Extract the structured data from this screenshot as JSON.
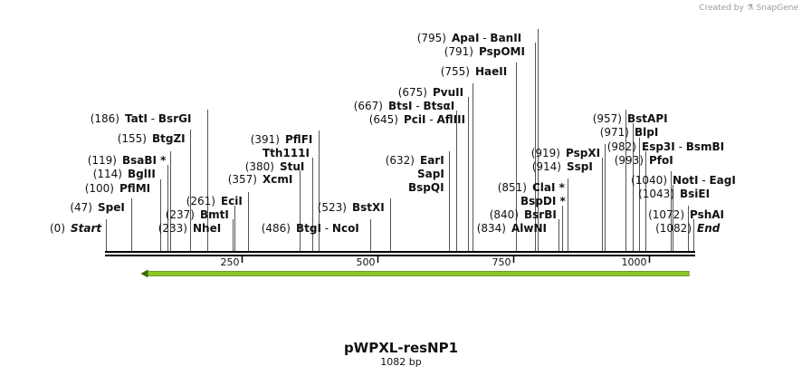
{
  "credit": "Created by ⚗ SnapGene",
  "plasmid": {
    "name": "pWPXL-resNP1",
    "length_label": "1082 bp",
    "length": 1082
  },
  "axis": {
    "ticks": [
      250,
      500,
      750,
      1000
    ]
  },
  "feature": {
    "start": 64,
    "end": 1074,
    "color": "#8ac926"
  },
  "labels": [
    {
      "id": "start",
      "pos": 0,
      "coord": "(0)",
      "names": [
        "Start"
      ],
      "sep": "",
      "italic": true
    },
    {
      "id": "spei",
      "pos": 47,
      "coord": "(47)",
      "names": [
        "SpeI"
      ],
      "sep": ""
    },
    {
      "id": "pflmi",
      "pos": 100,
      "coord": "(100)",
      "names": [
        "PflMI"
      ],
      "sep": ""
    },
    {
      "id": "bglii",
      "pos": 114,
      "coord": "(114)",
      "names": [
        "BglII"
      ],
      "sep": ""
    },
    {
      "id": "bsabi",
      "pos": 119,
      "coord": "(119)",
      "names": [
        "BsaBI *"
      ],
      "sep": ""
    },
    {
      "id": "btgzi",
      "pos": 155,
      "coord": "(155)",
      "names": [
        "BtgZI"
      ],
      "sep": ""
    },
    {
      "id": "tati",
      "pos": 186,
      "coord": "(186)",
      "names": [
        "TatI",
        "BsrGI"
      ],
      "sep": " - "
    },
    {
      "id": "nhei",
      "pos": 233,
      "coord": "(233)",
      "names": [
        "NheI"
      ],
      "sep": ""
    },
    {
      "id": "bmti",
      "pos": 237,
      "coord": "(237)",
      "names": [
        "BmtI"
      ],
      "sep": ""
    },
    {
      "id": "ecii",
      "pos": 261,
      "coord": "(261)",
      "names": [
        "EciI"
      ],
      "sep": ""
    },
    {
      "id": "xcmi",
      "pos": 357,
      "coord": "(357)",
      "names": [
        "XcmI"
      ],
      "sep": ""
    },
    {
      "id": "stui",
      "pos": 380,
      "coord": "(380)",
      "names": [
        "StuI"
      ],
      "sep": ""
    },
    {
      "id": "tth111i",
      "pos": 391,
      "coord": "",
      "names": [
        "Tth111I"
      ],
      "sep": ""
    },
    {
      "id": "pflfi",
      "pos": 391,
      "coord": "(391)",
      "names": [
        "PflFI"
      ],
      "sep": ""
    },
    {
      "id": "btgi",
      "pos": 486,
      "coord": "(486)",
      "names": [
        "BtgI",
        "NcoI"
      ],
      "sep": " - "
    },
    {
      "id": "bstxi",
      "pos": 523,
      "coord": "(523)",
      "names": [
        "BstXI"
      ],
      "sep": ""
    },
    {
      "id": "bspqi",
      "pos": 632,
      "coord": "",
      "names": [
        "BspQI"
      ],
      "sep": ""
    },
    {
      "id": "sapi",
      "pos": 632,
      "coord": "",
      "names": [
        "SapI"
      ],
      "sep": ""
    },
    {
      "id": "eari",
      "pos": 632,
      "coord": "(632)",
      "names": [
        "EarI"
      ],
      "sep": ""
    },
    {
      "id": "pcii",
      "pos": 645,
      "coord": "(645)",
      "names": [
        "PciI",
        "AflIII"
      ],
      "sep": " - "
    },
    {
      "id": "btsi",
      "pos": 667,
      "coord": "(667)",
      "names": [
        "BtsI",
        "BtsαI"
      ],
      "sep": " - "
    },
    {
      "id": "pvuii",
      "pos": 675,
      "coord": "(675)",
      "names": [
        "PvuII"
      ],
      "sep": ""
    },
    {
      "id": "haeii",
      "pos": 755,
      "coord": "(755)",
      "names": [
        "HaeII"
      ],
      "sep": ""
    },
    {
      "id": "pspomi",
      "pos": 791,
      "coord": "(791)",
      "names": [
        "PspOMI"
      ],
      "sep": ""
    },
    {
      "id": "apai",
      "pos": 795,
      "coord": "(795)",
      "names": [
        "ApaI",
        "BanII"
      ],
      "sep": " - "
    },
    {
      "id": "alwni",
      "pos": 834,
      "coord": "(834)",
      "names": [
        "AlwNI"
      ],
      "sep": ""
    },
    {
      "id": "bsrbi",
      "pos": 840,
      "coord": "(840)",
      "names": [
        "BsrBI"
      ],
      "sep": ""
    },
    {
      "id": "bspdi",
      "pos": 851,
      "coord": "",
      "names": [
        "BspDI *"
      ],
      "sep": ""
    },
    {
      "id": "clai",
      "pos": 851,
      "coord": "(851)",
      "names": [
        "ClaI *"
      ],
      "sep": ""
    },
    {
      "id": "sspi",
      "pos": 914,
      "coord": "(914)",
      "names": [
        "SspI"
      ],
      "sep": ""
    },
    {
      "id": "pspxi",
      "pos": 919,
      "coord": "(919)",
      "names": [
        "PspXI"
      ],
      "sep": ""
    },
    {
      "id": "bstapi",
      "pos": 957,
      "coord": "(957)",
      "names": [
        "BstAPI"
      ],
      "sep": ""
    },
    {
      "id": "blpi",
      "pos": 971,
      "coord": "(971)",
      "names": [
        "BlpI"
      ],
      "sep": ""
    },
    {
      "id": "esp3i",
      "pos": 982,
      "coord": "(982)",
      "names": [
        "Esp3I",
        "BsmBI"
      ],
      "sep": " - "
    },
    {
      "id": "pfoi",
      "pos": 993,
      "coord": "(993)",
      "names": [
        "PfoI"
      ],
      "sep": ""
    },
    {
      "id": "noti",
      "pos": 1040,
      "coord": "(1040)",
      "names": [
        "NotI",
        "EagI"
      ],
      "sep": " - "
    },
    {
      "id": "bsiei",
      "pos": 1043,
      "coord": "(1043)",
      "names": [
        "BsiEI"
      ],
      "sep": ""
    },
    {
      "id": "pshai",
      "pos": 1072,
      "coord": "(1072)",
      "names": [
        "PshAI"
      ],
      "sep": ""
    },
    {
      "id": "end",
      "pos": 1082,
      "coord": "(1082)",
      "names": [
        "End"
      ],
      "sep": "",
      "italic": true
    }
  ]
}
